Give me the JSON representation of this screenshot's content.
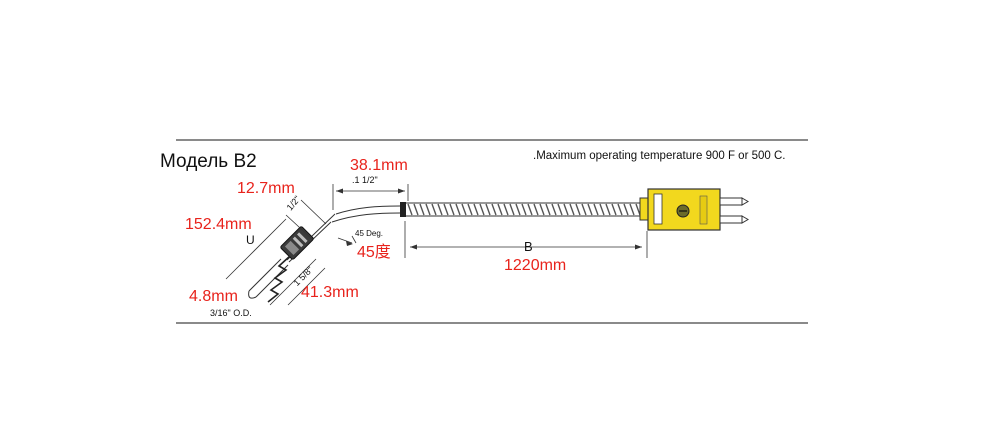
{
  "model_title": "Модель B2",
  "max_temp_note": ".Maximum operating temperature 900 F or 500 C.",
  "dims_metric": {
    "tip_width": "12.7mm",
    "overall_length": "152.4mm",
    "probe_diameter": "4.8mm",
    "spring_length": "41.3mm",
    "sheath_length": "38.1mm",
    "bend_angle": "45度",
    "cable_length": "1220mm"
  },
  "dims_imperial": {
    "tip_width": "1/2\"",
    "overall_length": "U",
    "probe_diameter": "3/16\" O.D.",
    "spring_length": "1 5/8\"",
    "sheath_length": ".1 1/2\"",
    "bend_angle": "45 Deg.",
    "cable_length": "B"
  },
  "colors": {
    "annotation": "#e8231c",
    "connector": "#f2d81e",
    "line": "#222222"
  },
  "icons": [
    "probe-body-icon",
    "spring-icon",
    "armored-cable-icon",
    "connector-plug-icon"
  ]
}
